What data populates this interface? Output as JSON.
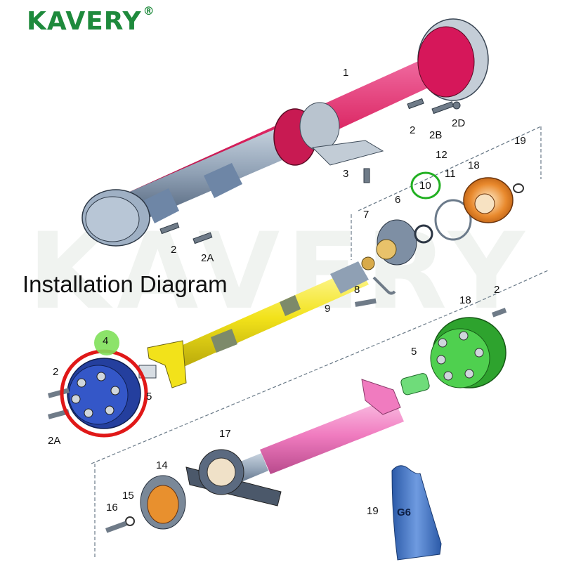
{
  "brand": {
    "name": "KAVERY",
    "registered_mark": "®",
    "color": "#1e8a3c"
  },
  "diagram": {
    "title": "Installation Diagram"
  },
  "parts": {
    "p1": "1",
    "p2_top": "2",
    "p2b": "2B",
    "p2d": "2D",
    "p3": "3",
    "p2_left": "2",
    "p2a_left": "2A",
    "p4": "4",
    "p2_flange": "2",
    "p2a_flange": "2A",
    "p5_left": "5",
    "p6": "6",
    "p7": "7",
    "p8": "8",
    "p9": "9",
    "p10": "10",
    "p11": "11",
    "p12": "12",
    "p18_top": "18",
    "p19_top": "19",
    "p18_right": "18",
    "p2_right": "2",
    "p5_right": "5",
    "p17": "17",
    "p14": "14",
    "p15": "15",
    "p16": "16",
    "p19_tube": "19",
    "tube_text": "G6"
  },
  "colors": {
    "shaft_red": "#d81e5b",
    "shaft_yellow": "#f2e21a",
    "shaft_pink": "#f07bbf",
    "flange_blue": "#2a4fbf",
    "disc_green": "#3fc23f",
    "bearing_orange": "#e2781e",
    "bushing_green": "#6fdc7a",
    "tube_blue": "#3e6fb8",
    "highlight_red": "#e01818",
    "highlight_green": "#22b022",
    "gray_metal": "#8c9aa8"
  }
}
